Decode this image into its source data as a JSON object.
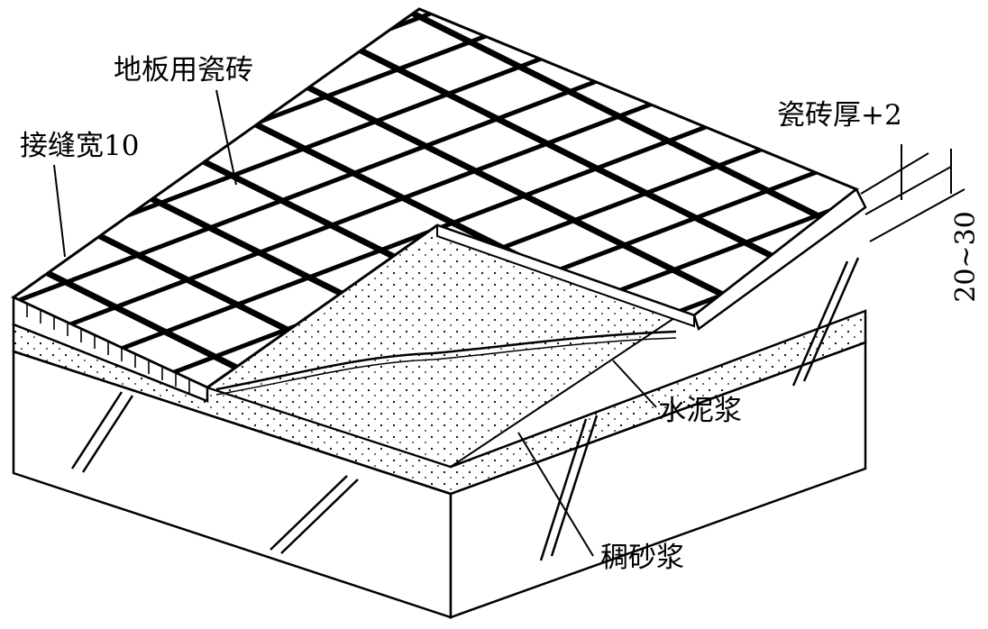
{
  "labels": {
    "floor_tile": "地板用瓷砖",
    "joint_width": "接缝宽10",
    "tile_thickness": "瓷砖厚+2",
    "cement_slurry": "水泥浆",
    "mortar": "稠砂浆",
    "bed_thickness": "20~30"
  },
  "colors": {
    "line": "#000000",
    "background": "#ffffff"
  }
}
